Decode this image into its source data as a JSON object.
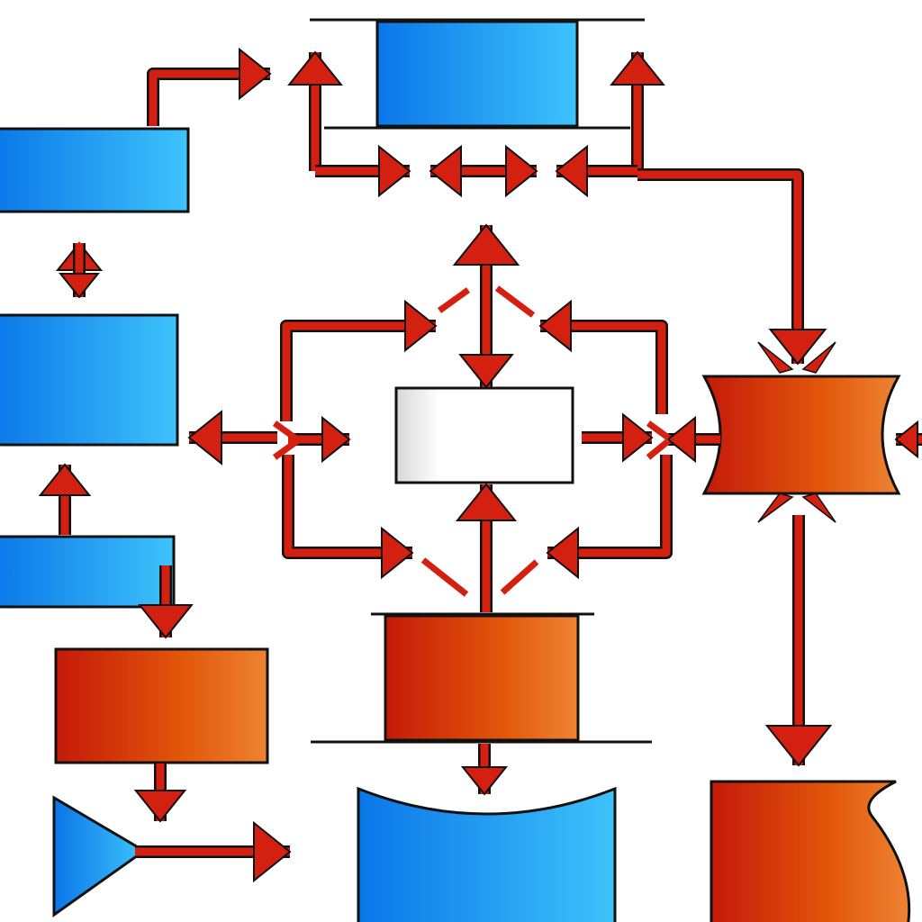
{
  "diagram": {
    "colors": {
      "background": "#ffffff",
      "outline": "#111111",
      "arrow": "#d42010",
      "blue_dark": "#0a76e8",
      "blue_light": "#3ec3fb",
      "orange_dark": "#c41a0a",
      "orange_mid": "#e2560a",
      "orange_light": "#ee8434",
      "white_box": "#ffffff",
      "white_box_shade": "#d8d8d8"
    },
    "shapes": [
      {
        "id": "top-center-box",
        "kind": "rectangle",
        "fill": "blue"
      },
      {
        "id": "left-top-box",
        "kind": "rectangle",
        "fill": "blue"
      },
      {
        "id": "left-middle-box",
        "kind": "rectangle",
        "fill": "blue"
      },
      {
        "id": "left-lower-box",
        "kind": "rectangle",
        "fill": "blue"
      },
      {
        "id": "bottom-left-orange-box",
        "kind": "rectangle",
        "fill": "orange"
      },
      {
        "id": "bottom-left-triangle",
        "kind": "triangle",
        "fill": "blue"
      },
      {
        "id": "center-white-box",
        "kind": "rectangle",
        "fill": "white"
      },
      {
        "id": "bottom-center-orange-box",
        "kind": "rectangle",
        "fill": "orange"
      },
      {
        "id": "bottom-center-blue-curved-box",
        "kind": "curved-rectangle",
        "fill": "blue"
      },
      {
        "id": "right-bowtie-shape",
        "kind": "bowtie",
        "fill": "orange"
      },
      {
        "id": "bottom-right-orange-shape",
        "kind": "wave-shape",
        "fill": "orange"
      }
    ],
    "arrow_count": 30
  }
}
